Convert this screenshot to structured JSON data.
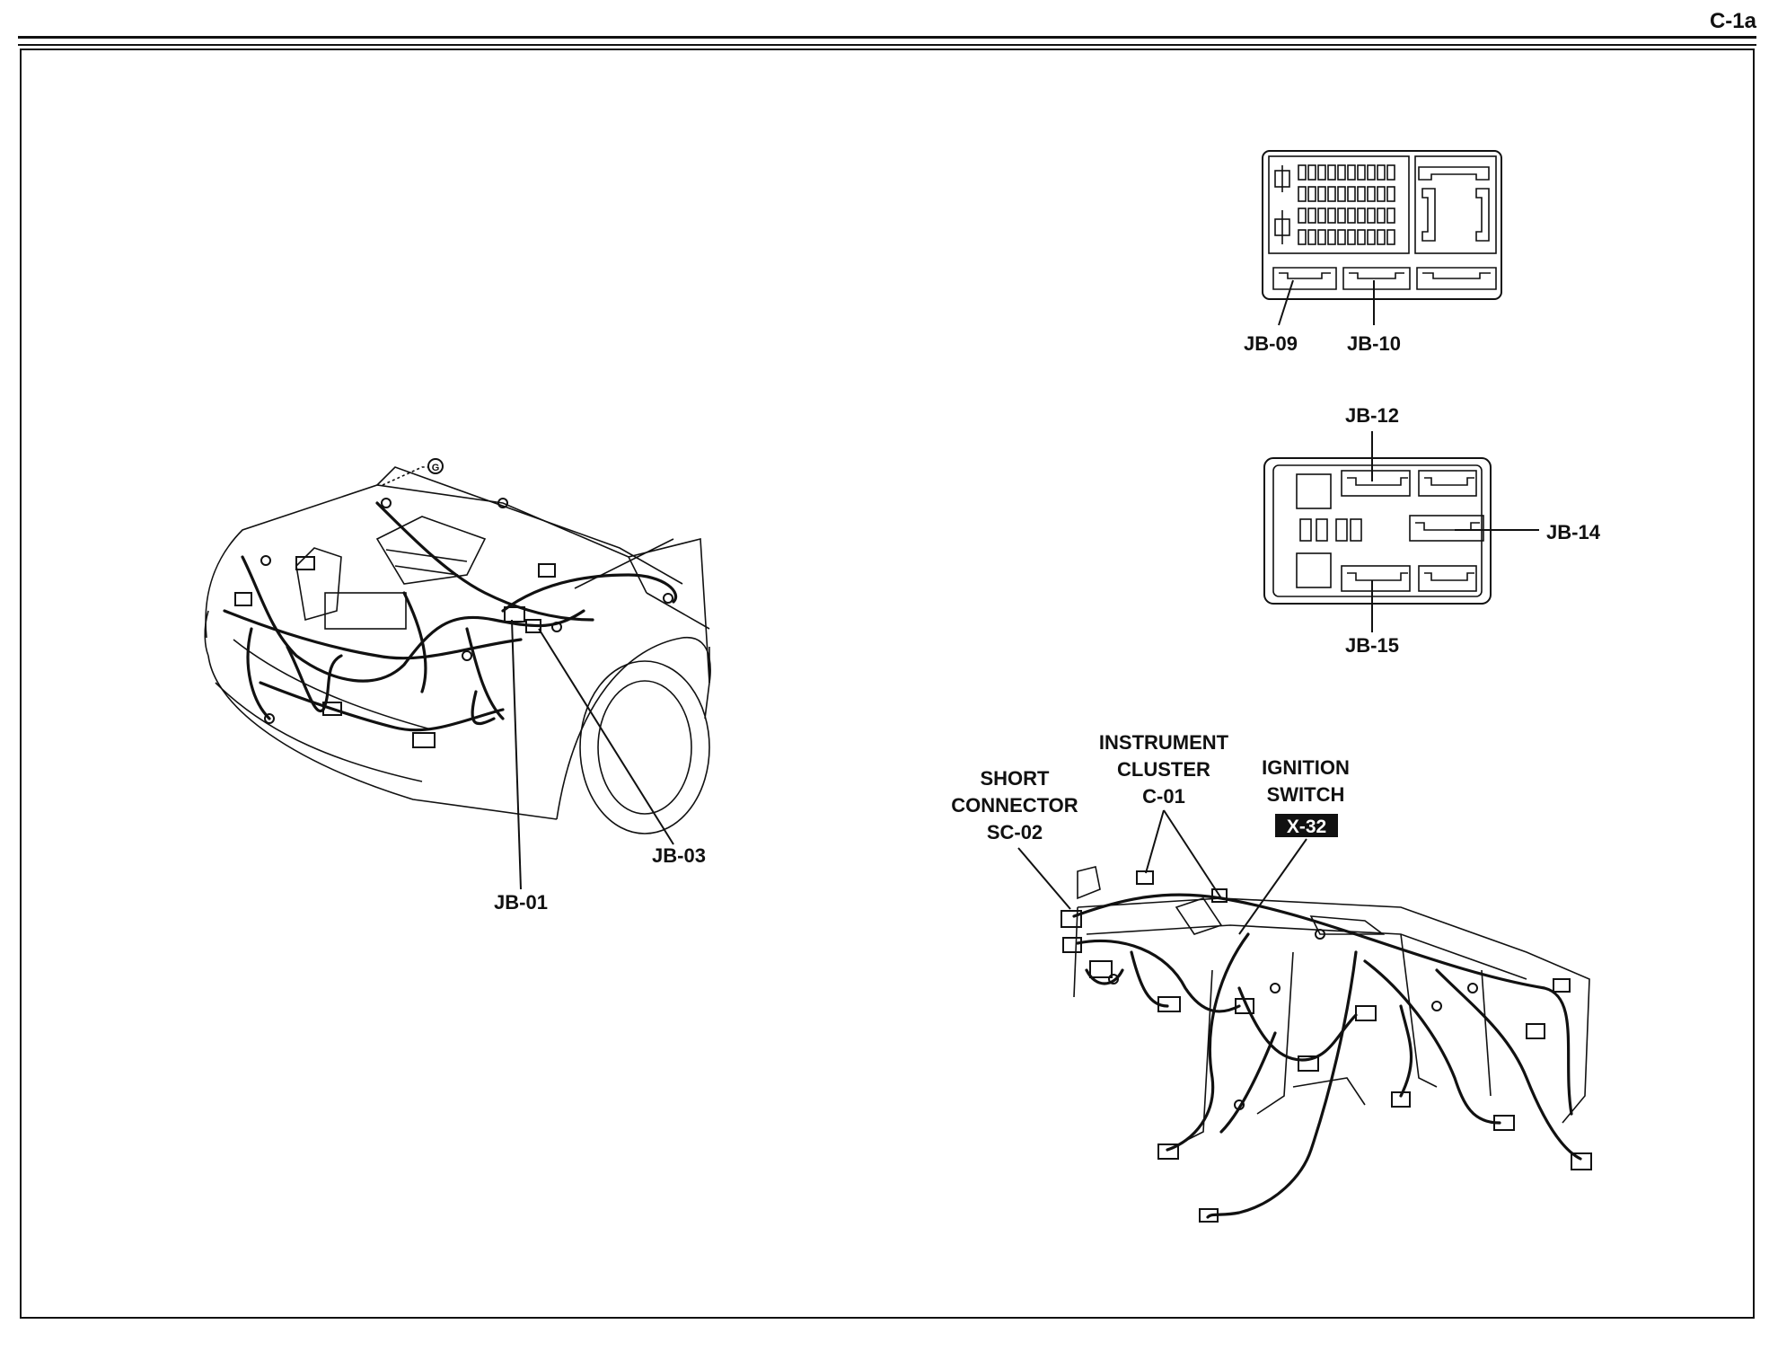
{
  "page": {
    "number": "C-1a"
  },
  "fuse_box_top": {
    "labels": {
      "jb09": "JB-09",
      "jb10": "JB-10"
    }
  },
  "fuse_box_mid": {
    "labels": {
      "jb12": "JB-12",
      "jb14": "JB-14",
      "jb15": "JB-15"
    }
  },
  "engine_bay": {
    "labels": {
      "jb01": "JB-01",
      "jb03": "JB-03",
      "ground": "G"
    }
  },
  "dashboard": {
    "short_connector": {
      "line1": "SHORT",
      "line2": "CONNECTOR",
      "line3": "SC-02"
    },
    "instrument_cluster": {
      "line1": "INSTRUMENT",
      "line2": "CLUSTER",
      "line3": "C-01"
    },
    "ignition_switch": {
      "line1": "IGNITION",
      "line2": "SWITCH",
      "badge": "X-32"
    }
  }
}
